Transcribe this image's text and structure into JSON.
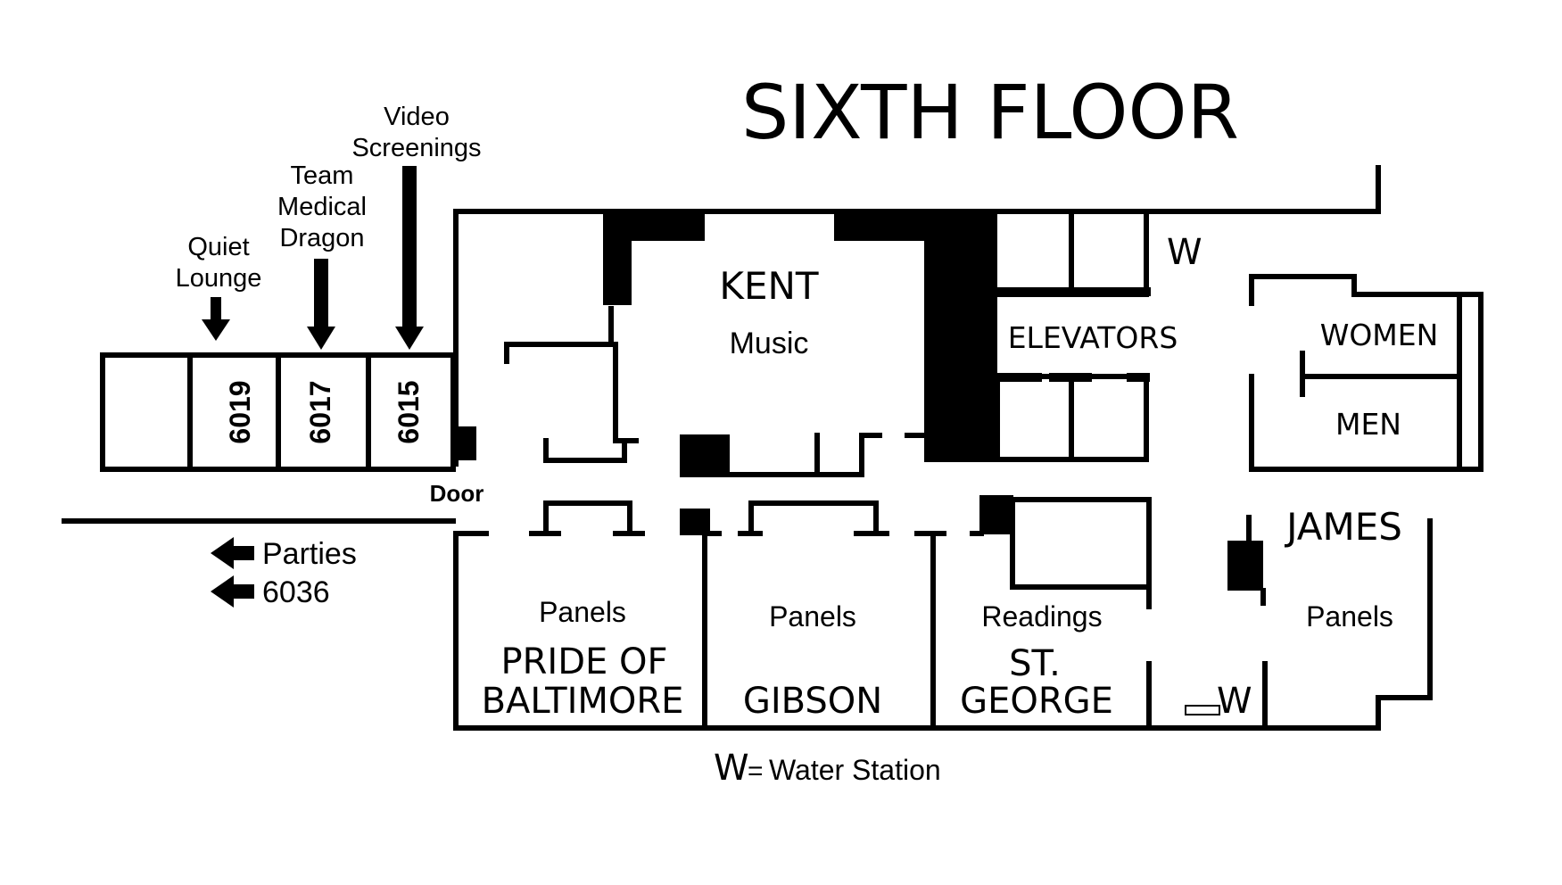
{
  "title": "SIXTH FLOOR",
  "rooms": {
    "kent": {
      "name": "KENT",
      "use": "Music"
    },
    "elevators": {
      "name": "ELEVATORS"
    },
    "women": {
      "name": "WOMEN"
    },
    "men": {
      "name": "MEN"
    },
    "james": {
      "name": "JAMES",
      "use": "Panels"
    },
    "pride": {
      "name_line1": "PRIDE OF",
      "name_line2": "BALTIMORE",
      "use": "Panels"
    },
    "gibson": {
      "name": "GIBSON",
      "use": "Panels"
    },
    "stgeorge": {
      "name_line1": "ST.",
      "name_line2": "GEORGE",
      "use": "Readings"
    },
    "r6019": {
      "number": "6019"
    },
    "r6017": {
      "number": "6017"
    },
    "r6015": {
      "number": "6015"
    }
  },
  "callouts": {
    "quiet_line1": "Quiet",
    "quiet_line2": "Lounge",
    "team_line1": "Team",
    "team_line2": "Medical",
    "team_line3": "Dragon",
    "video_line1": "Video",
    "video_line2": "Screenings"
  },
  "door_label": "Door",
  "directions": {
    "parties": "Parties",
    "room6036": "6036"
  },
  "water_marker": "W",
  "legend": {
    "symbol": "W",
    "equals": "=",
    "text": "Water Station"
  }
}
